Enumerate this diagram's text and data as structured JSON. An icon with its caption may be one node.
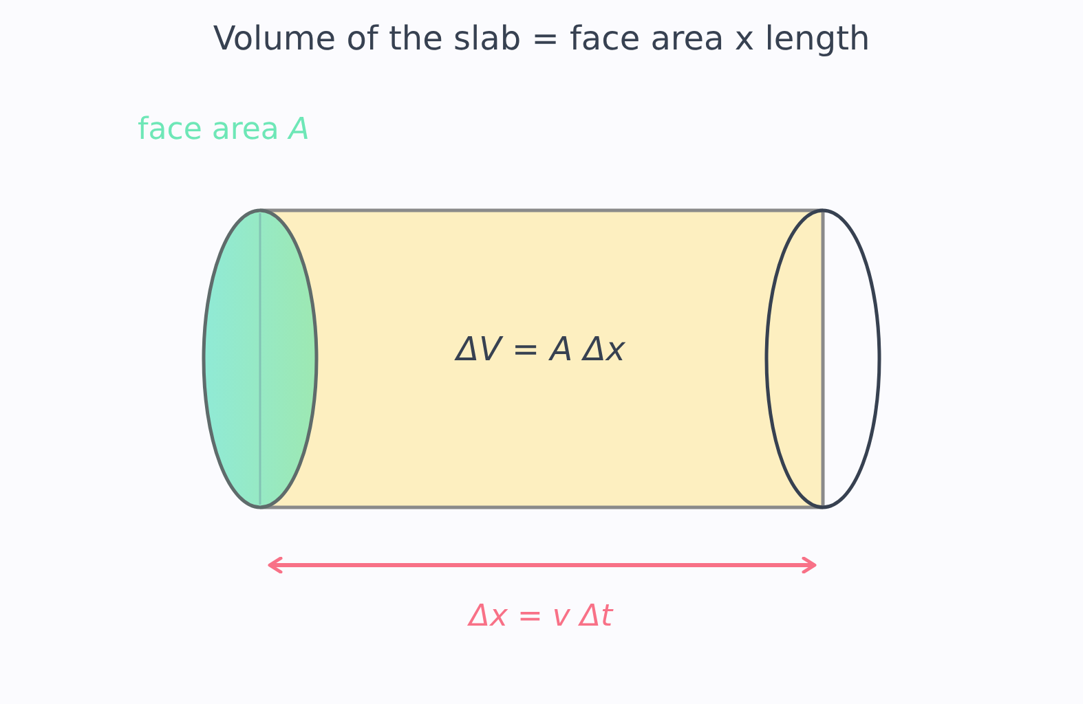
{
  "diagram": {
    "title": "Volume of the slab = face area x length",
    "labels": [
      "face area *A*",
      "ΔV = A Δx",
      "Δx = v Δt"
    ]
  }
}
